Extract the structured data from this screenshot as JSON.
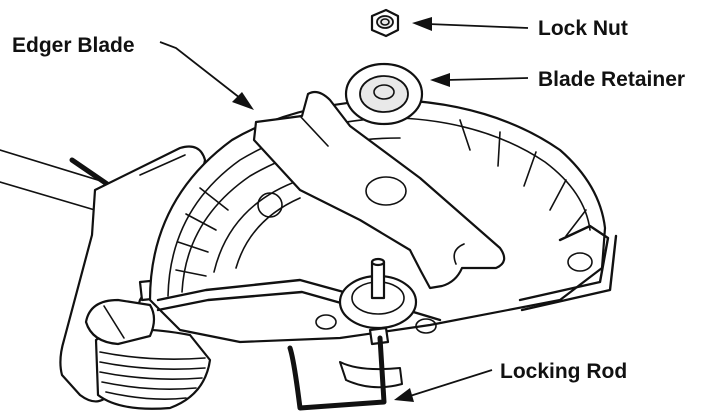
{
  "figure": {
    "labels": {
      "lock_nut": "Lock Nut",
      "blade_retainer": "Blade Retainer",
      "edger_blade": "Edger Blade",
      "locking_rod": "Locking Rod"
    },
    "colors": {
      "ink": "#111111",
      "background": "#ffffff",
      "shade": "#e9e9e9"
    }
  }
}
